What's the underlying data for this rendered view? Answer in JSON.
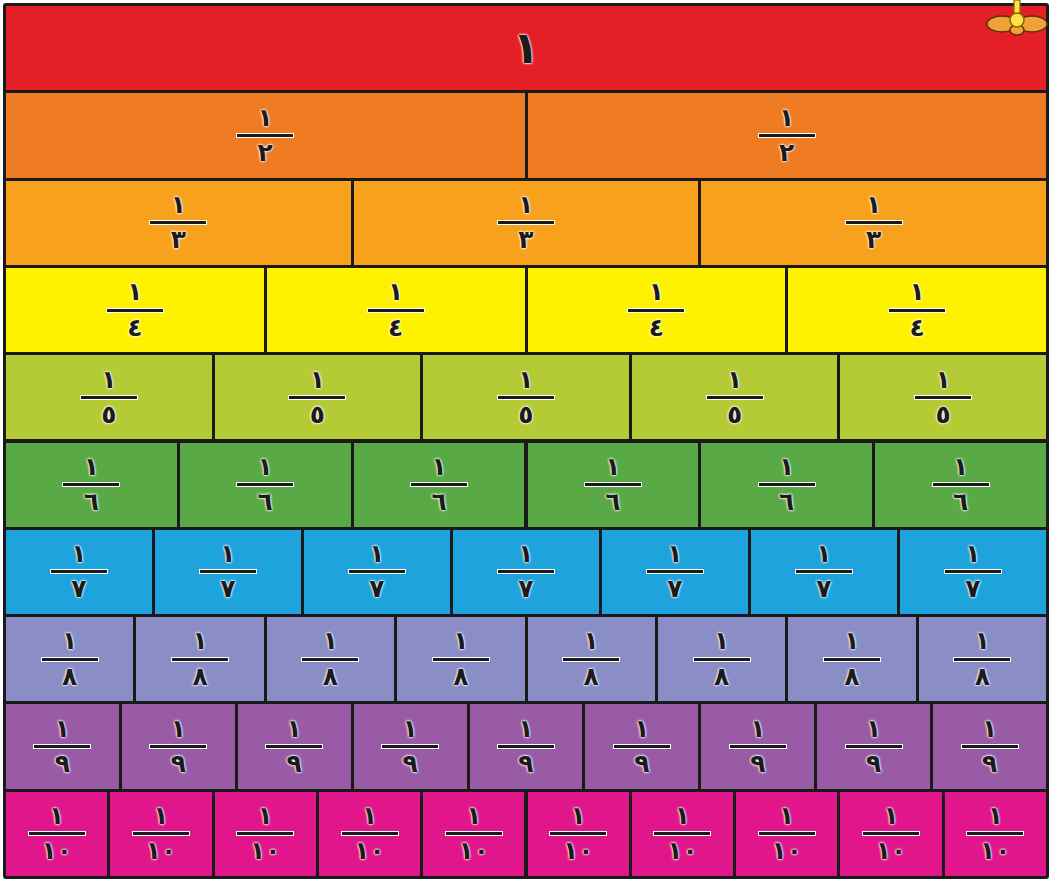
{
  "diagram": {
    "nodes": [
      {
        "text": [
          "١"
        ]
      },
      {
        "text": [
          "١",
          "٢"
        ]
      },
      {
        "text": [
          "١",
          "٢"
        ]
      },
      {
        "text": [
          "١",
          "٣"
        ]
      },
      {
        "text": [
          "١",
          "٣"
        ]
      },
      {
        "text": [
          "١",
          "٣"
        ]
      },
      {
        "text": [
          "١",
          "٤"
        ]
      },
      {
        "text": [
          "١",
          "٤"
        ]
      },
      {
        "text": [
          "١",
          "٤"
        ]
      },
      {
        "text": [
          "١",
          "٤"
        ]
      },
      {
        "text": [
          "١",
          "٥"
        ]
      },
      {
        "text": [
          "١",
          "٥"
        ]
      },
      {
        "text": [
          "١",
          "٥"
        ]
      },
      {
        "text": [
          "١",
          "٥"
        ]
      },
      {
        "text": [
          "١",
          "٥"
        ]
      },
      {
        "text": [
          "١",
          "٦"
        ]
      },
      {
        "text": [
          "١",
          "٦"
        ]
      },
      {
        "text": [
          "١",
          "٦"
        ]
      },
      {
        "text": [
          "١",
          "٦"
        ]
      },
      {
        "text": [
          "١",
          "٦"
        ]
      },
      {
        "text": [
          "١",
          "٦"
        ]
      },
      {
        "text": [
          "١",
          "٧"
        ]
      },
      {
        "text": [
          "١",
          "٧"
        ]
      },
      {
        "text": [
          "١",
          "٧"
        ]
      },
      {
        "text": [
          "١",
          "٧"
        ]
      },
      {
        "text": [
          "١",
          "٧"
        ]
      },
      {
        "text": [
          "١",
          "٧"
        ]
      },
      {
        "text": [
          "١",
          "٧"
        ]
      },
      {
        "text": [
          "١",
          "٨"
        ]
      },
      {
        "text": [
          "١",
          "٨"
        ]
      },
      {
        "text": [
          "١",
          "٨"
        ]
      },
      {
        "text": [
          "١",
          "٨"
        ]
      },
      {
        "text": [
          "١",
          "٨"
        ]
      },
      {
        "text": [
          "١",
          "٨"
        ]
      },
      {
        "text": [
          "١",
          "٨"
        ]
      },
      {
        "text": [
          "١",
          "٨"
        ]
      },
      {
        "text": [
          "١",
          "٩"
        ]
      },
      {
        "text": [
          "١",
          "٩"
        ]
      },
      {
        "text": [
          "١",
          "٩"
        ]
      },
      {
        "text": [
          "١",
          "٩"
        ]
      },
      {
        "text": [
          "١",
          "٩"
        ]
      },
      {
        "text": [
          "١",
          "٩"
        ]
      },
      {
        "text": [
          "١",
          "٩"
        ]
      },
      {
        "text": [
          "١",
          "٩"
        ]
      },
      {
        "text": [
          "١",
          "٩"
        ]
      },
      {
        "text": [
          "١",
          "١٠"
        ]
      },
      {
        "text": [
          "١",
          "١٠"
        ]
      },
      {
        "text": [
          "١",
          "١٠"
        ]
      },
      {
        "text": [
          "١",
          "١٠"
        ]
      },
      {
        "text": [
          "١",
          "١٠"
        ]
      },
      {
        "text": [
          "١",
          "١٠"
        ]
      },
      {
        "text": [
          "١",
          "١٠"
        ]
      },
      {
        "text": [
          "١",
          "١٠"
        ]
      },
      {
        "text": [
          "١",
          "١٠"
        ]
      },
      {
        "text": [
          "١",
          "١٠"
        ]
      }
    ]
  }
}
